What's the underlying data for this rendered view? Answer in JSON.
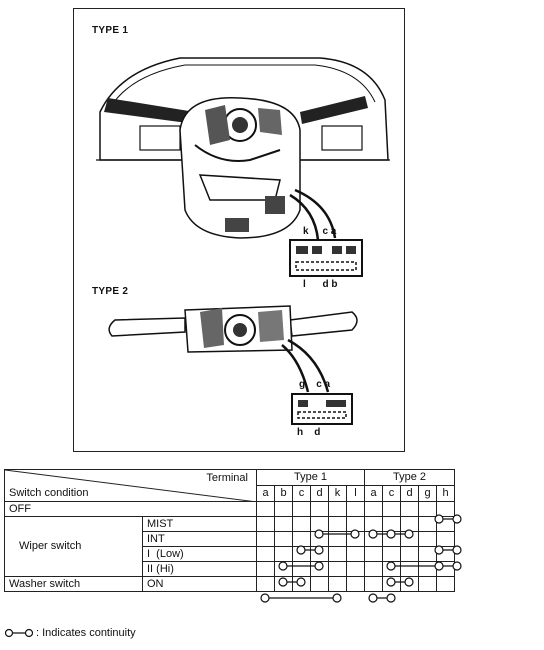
{
  "figure": {
    "type1_label": "TYPE 1",
    "type2_label": "TYPE 2",
    "type1_connector_top": "k     c a",
    "type1_connector_bottom": "l      d b",
    "type2_connector_top": "g    c a",
    "type2_connector_bottom": "h    d"
  },
  "table": {
    "terminal_label": "Terminal",
    "switch_condition_label": "Switch condition",
    "type1_label": "Type 1",
    "type2_label": "Type 2",
    "type1_terminals": [
      "a",
      "b",
      "c",
      "d",
      "k",
      "l"
    ],
    "type2_terminals": [
      "a",
      "c",
      "d",
      "g",
      "h"
    ],
    "off_label": "OFF",
    "wiper_label": "Wiper switch",
    "wiper_rows": [
      "MIST",
      "INT",
      "I  (Low)",
      "II (Hi)"
    ],
    "washer_label": "Washer switch",
    "washer_row": "ON"
  },
  "note": ": Indicates continuity"
}
